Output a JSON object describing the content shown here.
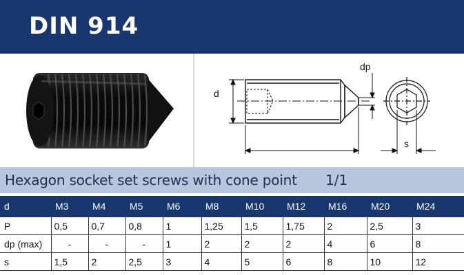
{
  "header": {
    "title": "DIN  914"
  },
  "drawing": {
    "label_d": "d",
    "label_dp": "dp",
    "label_s": "s"
  },
  "subtitle": {
    "text": "Hexagon socket set screws with cone point",
    "page": "1/1"
  },
  "table": {
    "header_label": "d",
    "columns": [
      "M3",
      "M4",
      "M5",
      "M6",
      "M8",
      "M10",
      "M12",
      "M16",
      "M20",
      "M24"
    ],
    "rows": [
      {
        "label": "P",
        "cells": [
          "0,5",
          "0,7",
          "0,8",
          "1",
          "1,25",
          "1,5",
          "1,75",
          "2",
          "2,5",
          "3"
        ]
      },
      {
        "label": "dp (max)",
        "cells": [
          "-",
          "-",
          "-",
          "1",
          "2",
          "2",
          "2",
          "4",
          "6",
          "8"
        ]
      },
      {
        "label": "s",
        "cells": [
          "1,5",
          "2",
          "2,5",
          "3",
          "4",
          "5",
          "6",
          "8",
          "10",
          "12"
        ]
      }
    ]
  },
  "colors": {
    "header_bg": "#17376e",
    "subtitle_bg": "#b8c7db",
    "screw": "#151515"
  },
  "icons": {
    "photo": "set-screw-photo",
    "drawing": "technical-drawing"
  }
}
